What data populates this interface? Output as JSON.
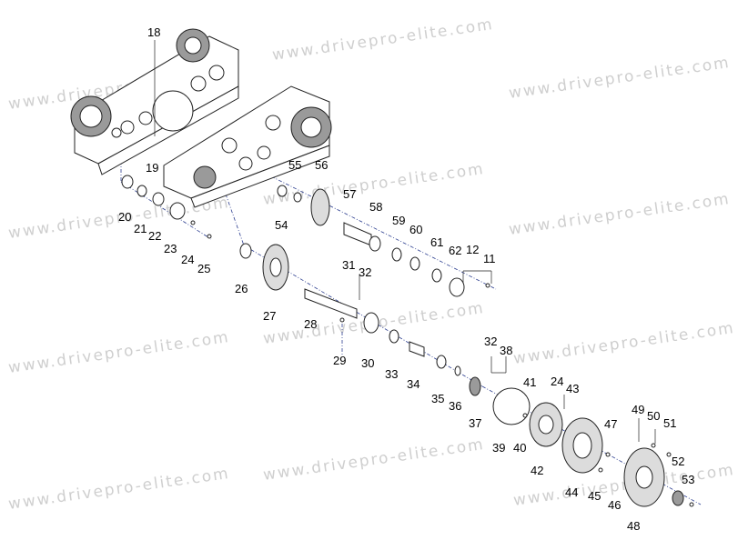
{
  "watermark": {
    "text": "www.drivepro-elite.com",
    "color": "#cfcfcf"
  },
  "colors": {
    "part_line": "#222222",
    "center_line": "#2b3d8f",
    "part_fill": "#dcdcdc"
  },
  "callouts": {
    "c11": "11",
    "c12": "12",
    "c18": "18",
    "c19": "19",
    "c20": "20",
    "c21": "21",
    "c22": "22",
    "c23": "23",
    "c24a": "24",
    "c24b": "24",
    "c25": "25",
    "c26": "26",
    "c27": "27",
    "c28": "28",
    "c29": "29",
    "c30": "30",
    "c31": "31",
    "c32a": "32",
    "c32b": "32",
    "c33": "33",
    "c34": "34",
    "c35": "35",
    "c36": "36",
    "c37": "37",
    "c38": "38",
    "c39": "39",
    "c40": "40",
    "c41": "41",
    "c42": "42",
    "c43": "43",
    "c44": "44",
    "c45": "45",
    "c46": "46",
    "c47": "47",
    "c48": "48",
    "c49": "49",
    "c50": "50",
    "c51": "51",
    "c52": "52",
    "c53": "53",
    "c54": "54",
    "c55": "55",
    "c56": "56",
    "c57": "57",
    "c58": "58",
    "c59": "59",
    "c60": "60",
    "c61": "61",
    "c62": "62"
  }
}
